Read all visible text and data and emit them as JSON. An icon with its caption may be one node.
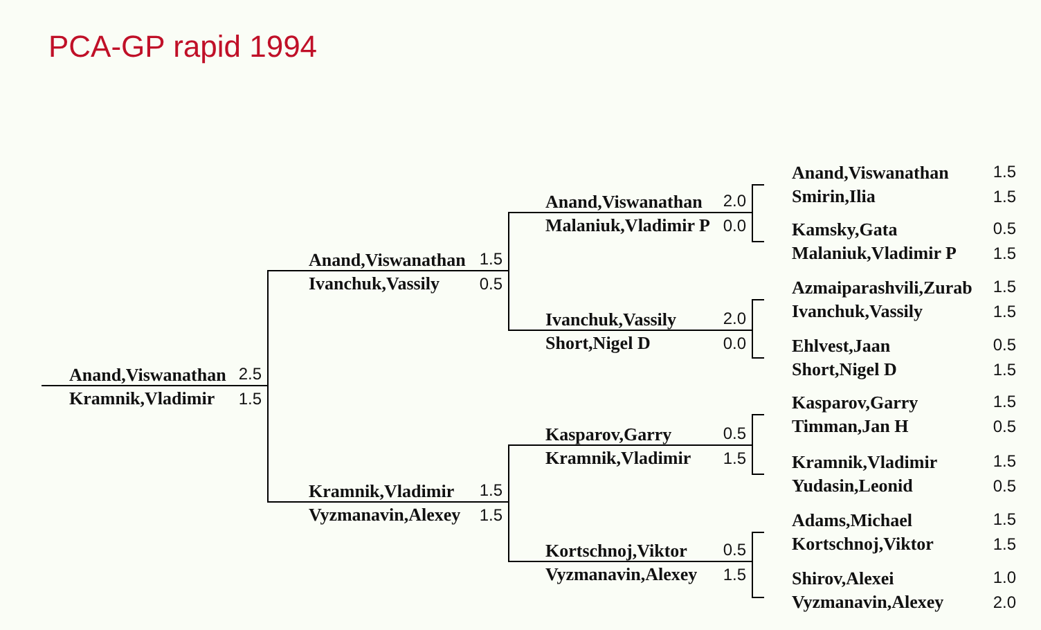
{
  "diagram": {
    "title": "PCA-GP rapid 1994",
    "nodes": [
      {
        "text": [
          "Anand,Viswanathan",
          "2.5",
          "Kramnik,Vladimir",
          "1.5"
        ]
      },
      {
        "text": [
          "Anand,Viswanathan",
          "1.5",
          "Ivanchuk,Vassily",
          "0.5"
        ]
      },
      {
        "text": [
          "Kramnik,Vladimir",
          "1.5",
          "Vyzmanavin,Alexey",
          "1.5"
        ]
      },
      {
        "text": [
          "Anand,Viswanathan",
          "2.0",
          "Malaniuk,Vladimir P",
          "0.0"
        ]
      },
      {
        "text": [
          "Ivanchuk,Vassily",
          "2.0",
          "Short,Nigel D",
          "0.0"
        ]
      },
      {
        "text": [
          "Kasparov,Garry",
          "0.5",
          "Kramnik,Vladimir",
          "1.5"
        ]
      },
      {
        "text": [
          "Kortschnoj,Viktor",
          "0.5",
          "Vyzmanavin,Alexey",
          "1.5"
        ]
      },
      {
        "text": [
          "Anand,Viswanathan",
          "1.5",
          "Smirin,Ilia",
          "1.5"
        ]
      },
      {
        "text": [
          "Kamsky,Gata",
          "0.5",
          "Malaniuk,Vladimir P",
          "1.5"
        ]
      },
      {
        "text": [
          "Azmaiparashvili,Zurab",
          "1.5",
          "Ivanchuk,Vassily",
          "1.5"
        ]
      },
      {
        "text": [
          "Ehlvest,Jaan",
          "0.5",
          "Short,Nigel D",
          "1.5"
        ]
      },
      {
        "text": [
          "Kasparov,Garry",
          "1.5",
          "Timman,Jan H",
          "0.5"
        ]
      },
      {
        "text": [
          "Kramnik,Vladimir",
          "1.5",
          "Yudasin,Leonid",
          "0.5"
        ]
      },
      {
        "text": [
          "Adams,Michael",
          "1.5",
          "Kortschnoj,Viktor",
          "1.5"
        ]
      },
      {
        "text": [
          "Shirov,Alexei",
          "1.0",
          "Vyzmanavin,Alexey",
          "2.0"
        ]
      }
    ],
    "edges": [
      {
        "from": 1,
        "to": 0,
        "arrow": "none"
      },
      {
        "from": 2,
        "to": 0,
        "arrow": "none"
      },
      {
        "from": 3,
        "to": 1,
        "arrow": "none"
      },
      {
        "from": 4,
        "to": 1,
        "arrow": "none"
      },
      {
        "from": 5,
        "to": 2,
        "arrow": "none"
      },
      {
        "from": 6,
        "to": 2,
        "arrow": "none"
      },
      {
        "from": 7,
        "to": 3,
        "arrow": "none"
      },
      {
        "from": 8,
        "to": 3,
        "arrow": "none"
      },
      {
        "from": 9,
        "to": 4,
        "arrow": "none"
      },
      {
        "from": 10,
        "to": 4,
        "arrow": "none"
      },
      {
        "from": 11,
        "to": 5,
        "arrow": "none"
      },
      {
        "from": 12,
        "to": 5,
        "arrow": "none"
      },
      {
        "from": 13,
        "to": 6,
        "arrow": "none"
      },
      {
        "from": 14,
        "to": 6,
        "arrow": "none"
      }
    ]
  }
}
